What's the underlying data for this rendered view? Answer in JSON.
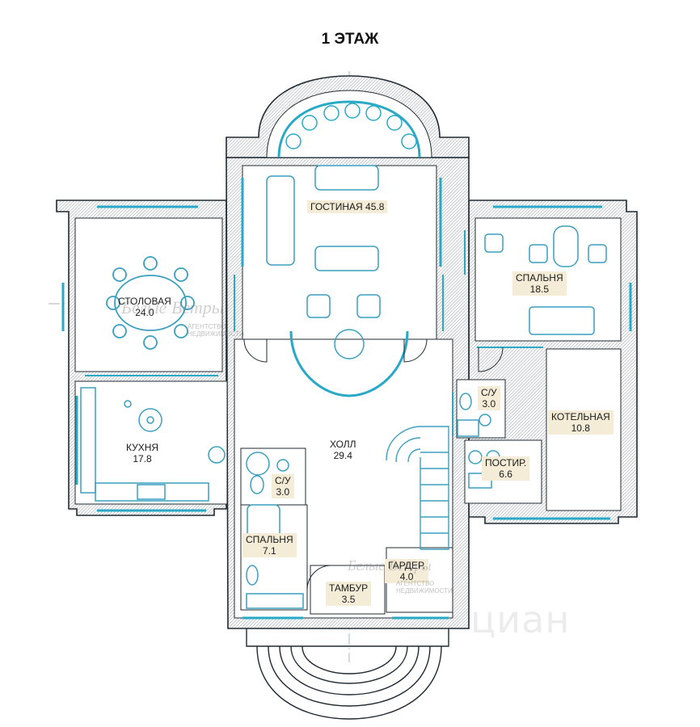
{
  "title": "1 ЭТАЖ",
  "rooms": [
    {
      "key": "living",
      "name": "ГОСТИНАЯ 45.8",
      "area": ""
    },
    {
      "key": "dining",
      "name": "СТОЛОВАЯ",
      "area": "24.0"
    },
    {
      "key": "bedroom1",
      "name": "СПАЛЬНЯ",
      "area": "18.5"
    },
    {
      "key": "kitchen",
      "name": "КУХНЯ",
      "area": "17.8"
    },
    {
      "key": "hall",
      "name": "ХОЛЛ",
      "area": "29.4"
    },
    {
      "key": "bath1",
      "name": "С/У",
      "area": "3.0"
    },
    {
      "key": "boiler",
      "name": "КОТЕЛЬНАЯ",
      "area": "10.8"
    },
    {
      "key": "laundry",
      "name": "ПОСТИР.",
      "area": "6.6"
    },
    {
      "key": "bath2",
      "name": "С/У",
      "area": "3.0"
    },
    {
      "key": "bedroom2",
      "name": "СПАЛЬНЯ",
      "area": "7.1"
    },
    {
      "key": "wardrobe",
      "name": "ГАРДЕР.",
      "area": "4.0"
    },
    {
      "key": "vestibule",
      "name": "ТАМБУР",
      "area": "3.5"
    }
  ],
  "watermarks": {
    "brand": "Белые Ветры",
    "agency": "АГЕНТСТВО НЕДВИЖИМОСТИ",
    "site": "циан"
  },
  "colors": {
    "wall": "#1f2a33",
    "glass": "#29a9c6",
    "furniture": "#3b9fc0",
    "axis": "#7d8a94",
    "label_bg": "#f4ecd7"
  }
}
